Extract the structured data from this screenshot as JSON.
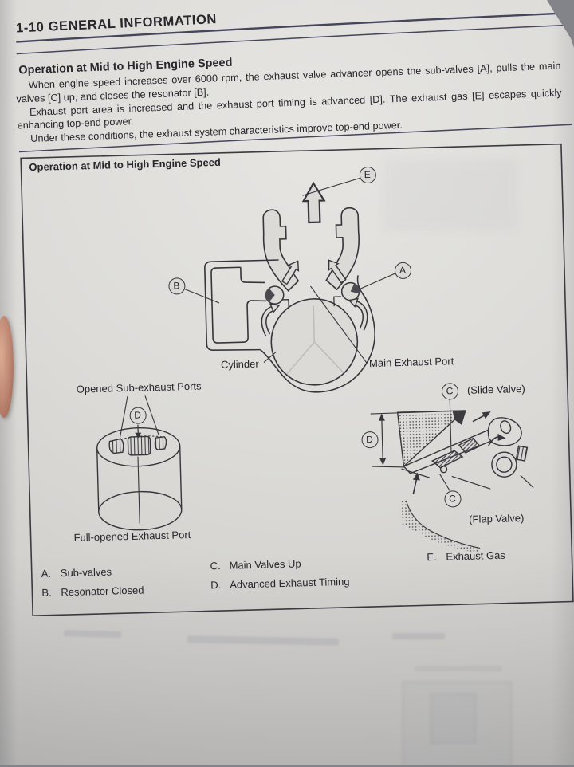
{
  "page": {
    "header_title": "1-10  GENERAL INFORMATION",
    "section_title": "Operation at Mid to High Engine Speed",
    "paragraphs": [
      "When engine speed increases over 6000 rpm, the exhaust valve advancer opens the sub-valves [A], pulls the main valves [C] up, and closes the resonator [B].",
      "Exhaust port area is increased and the exhaust port timing is advanced [D]. The exhaust gas [E] escapes quickly enhancing top-end power.",
      "Under these conditions, the exhaust system characteristics improve top-end power."
    ]
  },
  "figure": {
    "title": "Operation at Mid to High Engine Speed",
    "callouts": {
      "a": "A",
      "b": "B",
      "c": "C",
      "d": "D",
      "e": "E"
    },
    "labels": {
      "cylinder": "Cylinder",
      "main_exhaust_port": "Main Exhaust Port",
      "opened_sub_ports": "Opened Sub-exhaust Ports",
      "full_opened_port": "Full-opened Exhaust Port",
      "slide_valve": "(Slide Valve)",
      "flap_valve": "(Flap Valve)"
    },
    "legend": [
      {
        "key": "A.",
        "label": "Sub-valves"
      },
      {
        "key": "B.",
        "label": "Resonator Closed"
      },
      {
        "key": "C.",
        "label": "Main Valves Up"
      },
      {
        "key": "D.",
        "label": "Advanced Exhaust Timing"
      },
      {
        "key": "E.",
        "label": "Exhaust Gas"
      }
    ]
  },
  "colors": {
    "ink": "#26262b",
    "paper": "#dcdbd8",
    "rule": "#45455c"
  }
}
